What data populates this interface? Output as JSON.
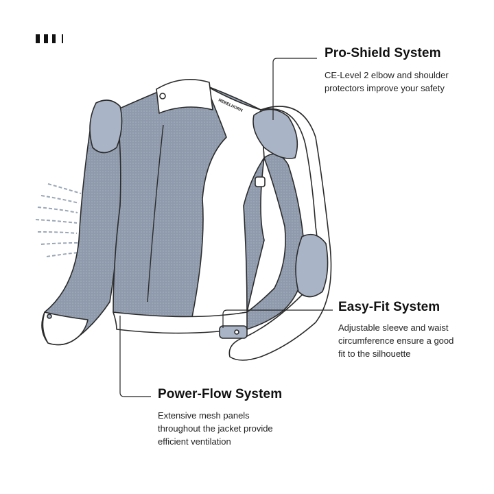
{
  "brand_logo": "REBELHORN",
  "features": [
    {
      "title": "Pro-Shield System",
      "description": [
        "CE-Level 2 elbow and shoulder",
        "protectors improve your safety"
      ]
    },
    {
      "title": "Easy-Fit System",
      "description": [
        "Adjustable sleeve and waist",
        "circumference ensure a good",
        "fit to the silhouette"
      ]
    },
    {
      "title": "Power-Flow System",
      "description": [
        "Extensive mesh panels",
        "throughout the jacket provide",
        "efficient ventilation"
      ]
    }
  ],
  "colors": {
    "mesh": "#8f9bac",
    "outline": "#2b2b2b",
    "panel": "#ffffff",
    "protector": "#a9b5c6"
  }
}
